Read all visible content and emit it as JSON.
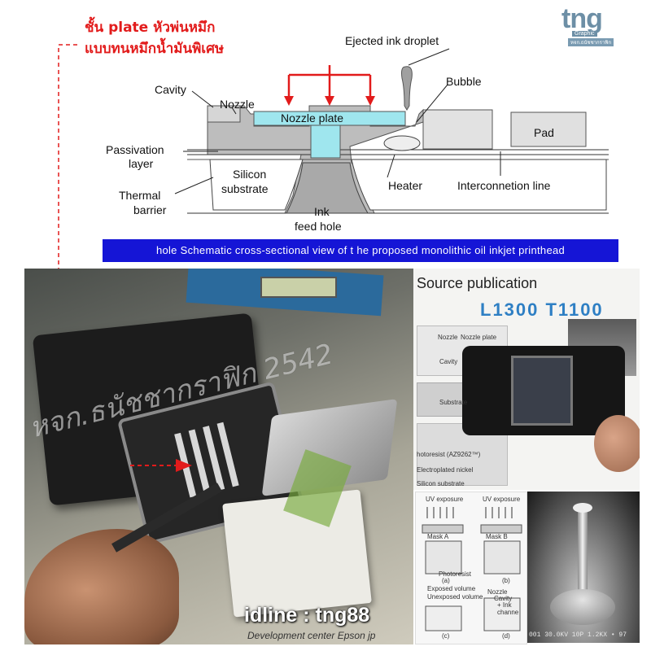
{
  "thai_title": {
    "line1": "ชั้น plate หัวพ่นหมึก",
    "line2": "แบบทนหมึกน้ำมันพิเศษ"
  },
  "diagram_labels": {
    "ejected": "Ejected ink droplet",
    "bubble": "Bubble",
    "cavity": "Cavity",
    "nozzle": "Nozzle",
    "nozzle_plate": "Nozzle plate",
    "pad": "Pad",
    "passivation_1": "Passivation",
    "passivation_2": "layer",
    "silicon_1": "Silicon",
    "silicon_2": "substrate",
    "thermal_1": "Thermal",
    "thermal_2": "barrier",
    "heater": "Heater",
    "interconnect": "Interconnetion line",
    "ink_1": "Ink",
    "ink_2": "feed hole"
  },
  "banner": "hole Schematic cross-sectional view of t he proposed monolithic oil inkjet printhead",
  "logo": {
    "text": "tng",
    "sub": "Graphic",
    "sub2": "หจก.ธนัชชากราฟิก"
  },
  "watermark_1": "หจก.ธนัชชากราฟิก 2542",
  "source": {
    "title": "Source publication",
    "model": "L1300 T1100",
    "labels": {
      "nozzle": "Nozzle",
      "nozzle_plate": "Nozzle plate",
      "cavity": "Cavity",
      "substrate": "Substrate",
      "photoresist": "hotoresist (AZ9262™)",
      "nickel": "Electroplated nickel",
      "silicon": "Silicon substrate"
    }
  },
  "uv": {
    "uv1": "UV exposure",
    "uv2": "UV exposure",
    "maskA": "Mask A",
    "maskB": "Mask B",
    "photoresist": "Photoresist",
    "exposed": "Exposed volume",
    "unexposed": "Unexposed volume",
    "nozzle": "Nozzle",
    "cavity": "Cavity",
    "ink_channel": "+ Ink channe",
    "a": "(a)",
    "b": "(b)",
    "c": "(c)",
    "d": "(d)"
  },
  "sem_caption": "001 30.0KV 10P 1.2KX • 97",
  "idline": "idline : tng88",
  "dev": "Development center Epson jp",
  "colors": {
    "red": "#e21b1b",
    "banner_blue": "#1515d6",
    "plate_cyan": "#9fe6ee",
    "model_blue": "#2e7fc4",
    "logo_blue": "#6d8fa6"
  }
}
